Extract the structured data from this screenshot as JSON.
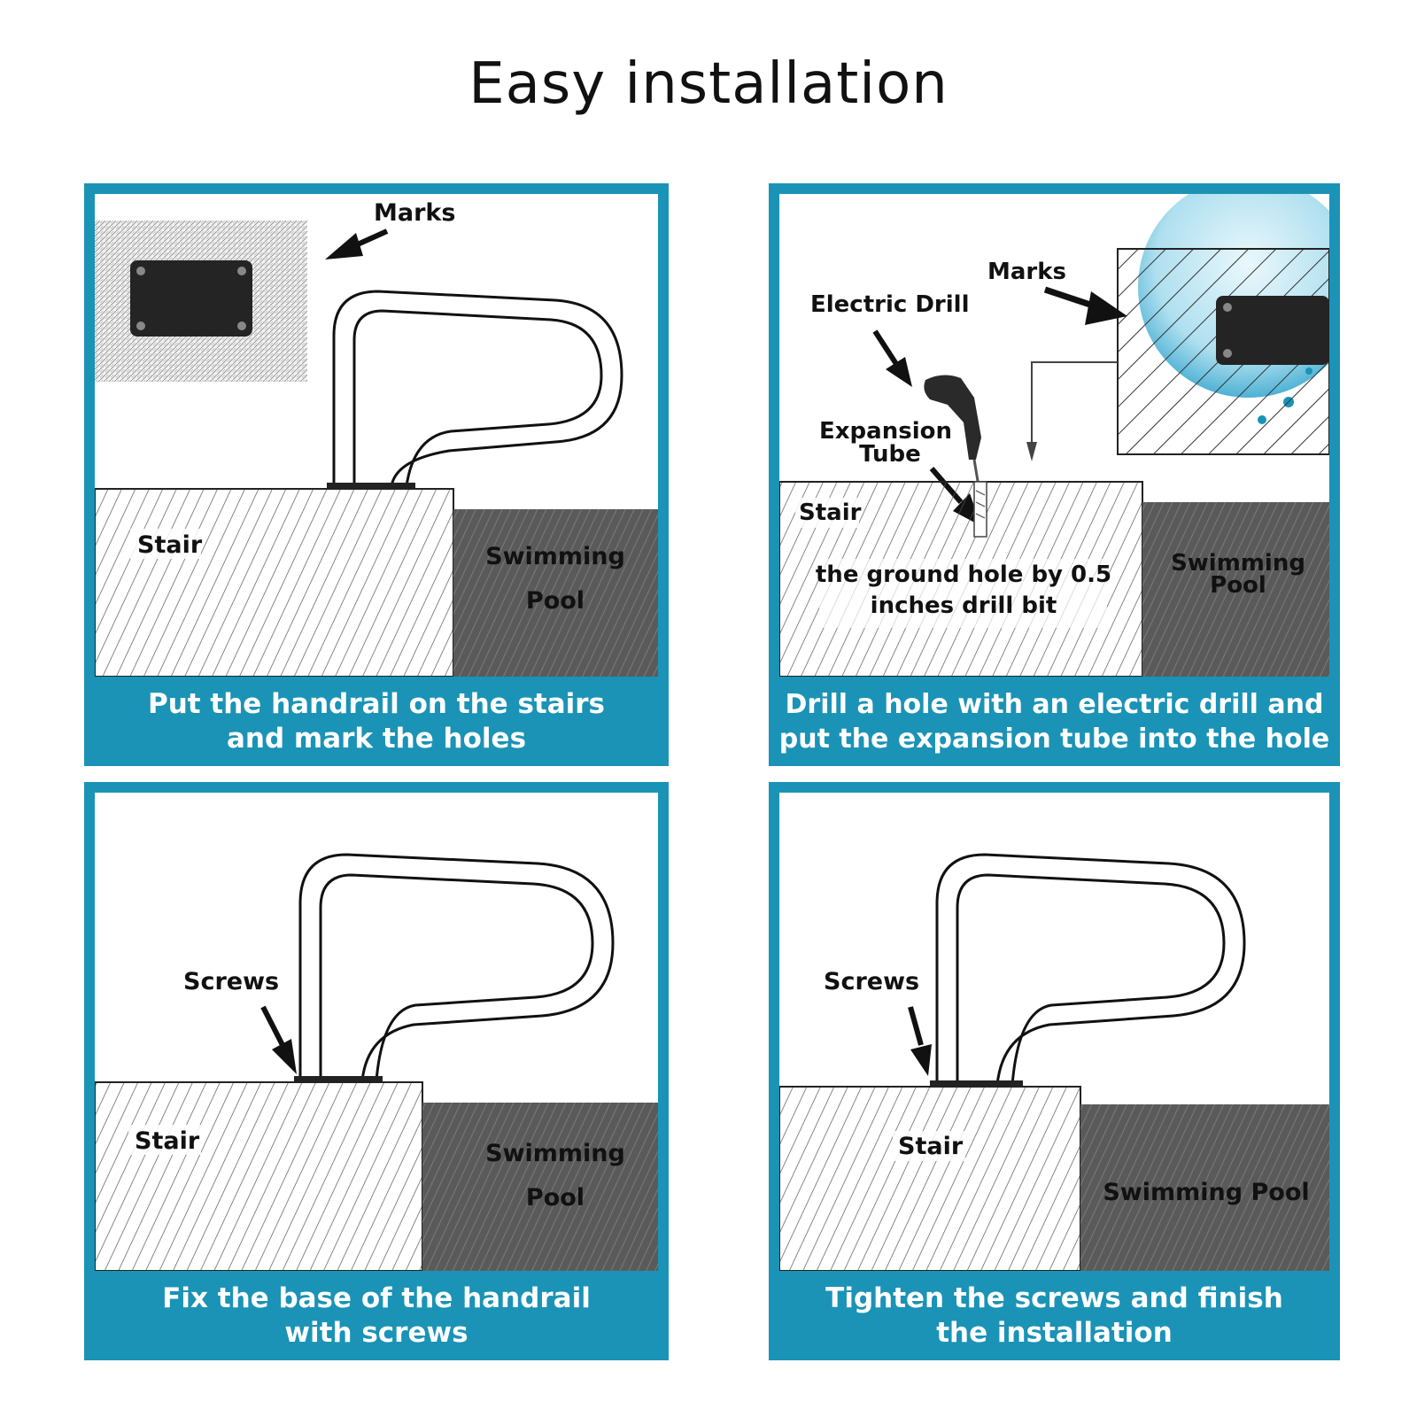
{
  "title": "Easy installation",
  "colors": {
    "panel_frame": "#1a93b6",
    "caption_text": "#ffffff",
    "stair_hatch": "#555555",
    "pool_fill": "#555555"
  },
  "steps": [
    {
      "caption_line1": "Put the handrail on the stairs",
      "caption_line2": "and mark the holes",
      "labels": {
        "marks": "Marks",
        "stair": "Stair",
        "pool_line1": "Swimming",
        "pool_line2": "Pool"
      }
    },
    {
      "caption_line1": "Drill a hole with an electric drill and",
      "caption_line2": "put the expansion tube into the hole",
      "labels": {
        "marks": "Marks",
        "drill": "Electric Drill",
        "tube_line1": "Expansion",
        "tube_line2": "Tube",
        "stair": "Stair",
        "hole_line1": "the ground hole by 0.5",
        "hole_line2": "inches drill bit",
        "pool_line1": "Swimming",
        "pool_line2": "Pool"
      }
    },
    {
      "caption_line1": "Fix the base of the handrail",
      "caption_line2": "with screws",
      "labels": {
        "screws": "Screws",
        "stair": "Stair",
        "pool_line1": "Swimming",
        "pool_line2": "Pool"
      }
    },
    {
      "caption_line1": "Tighten the screws and finish",
      "caption_line2": "the installation",
      "labels": {
        "screws": "Screws",
        "stair": "Stair",
        "pool": "Swimming Pool"
      }
    }
  ]
}
